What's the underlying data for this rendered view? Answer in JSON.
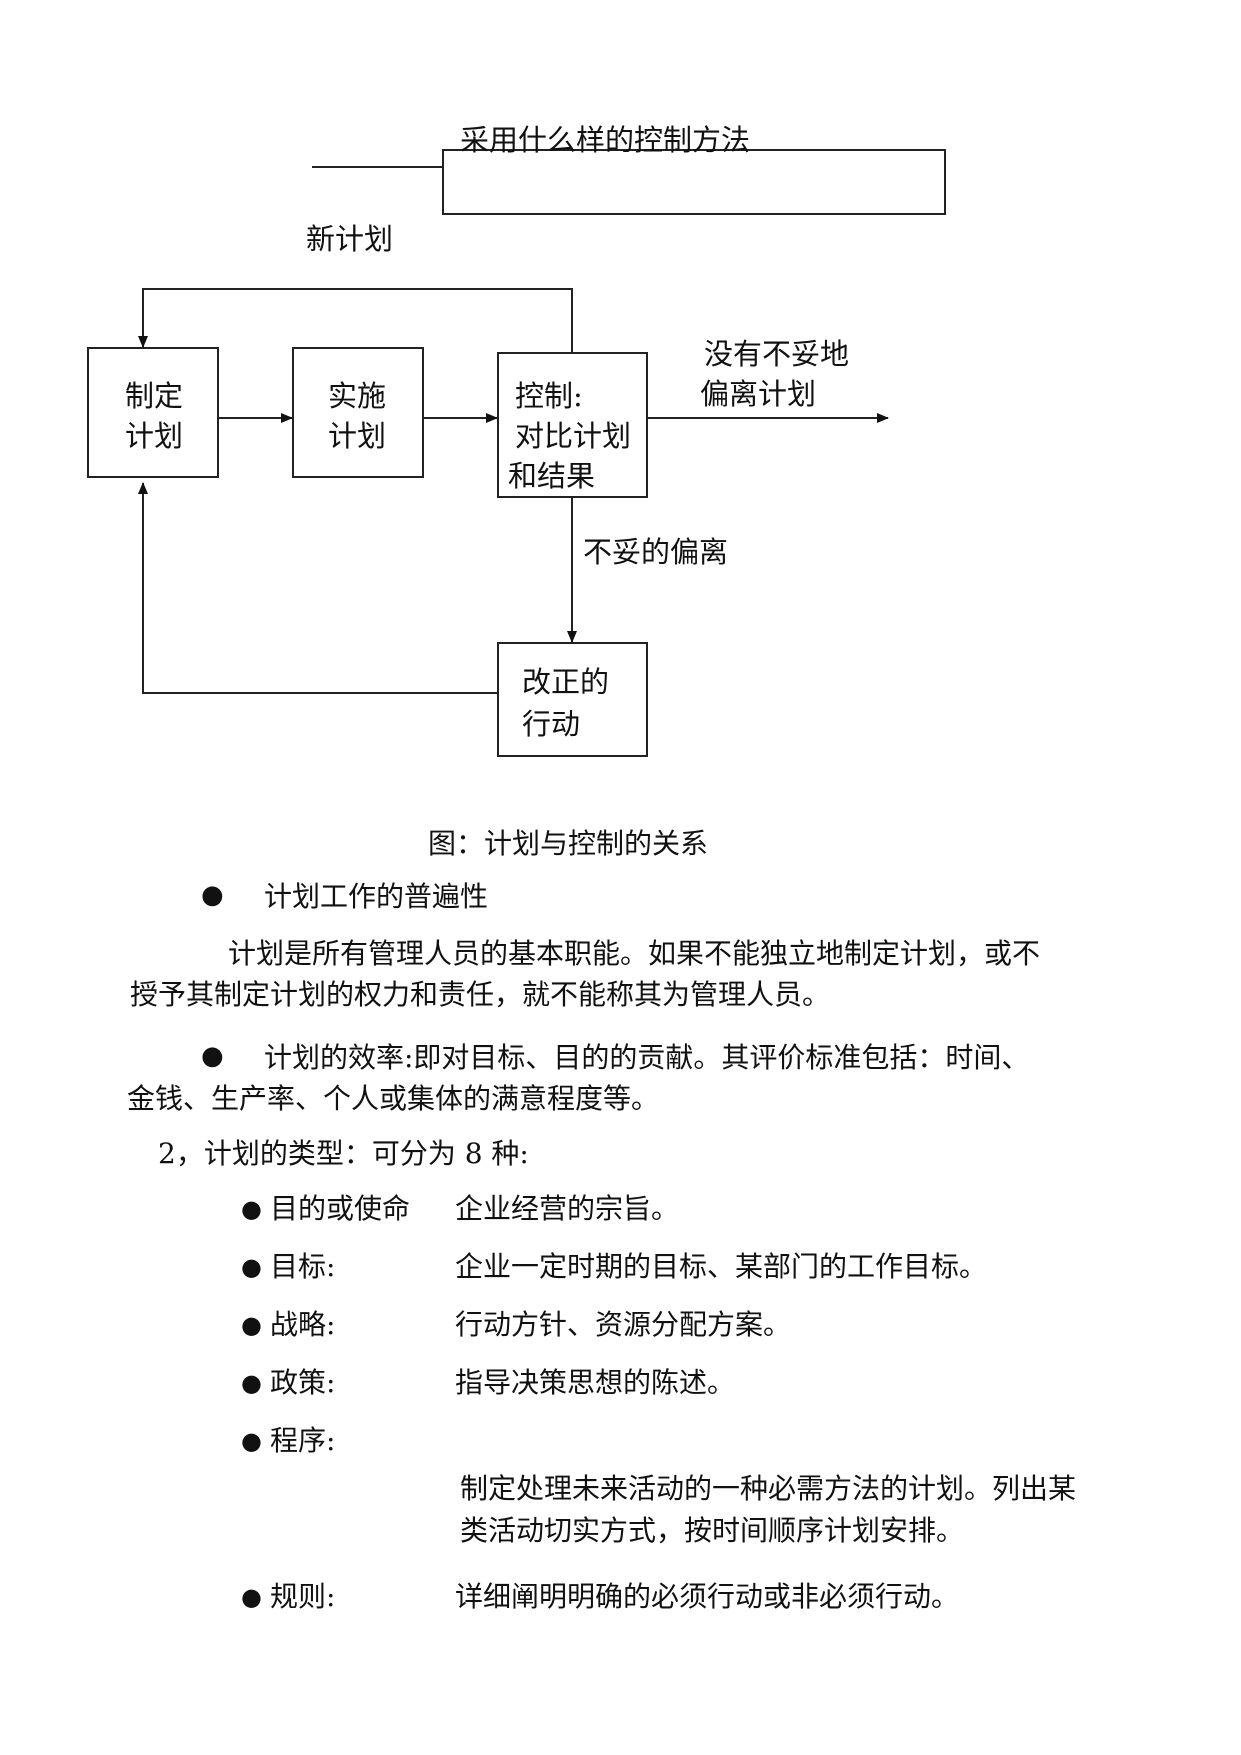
{
  "diagram": {
    "top_box_label": "采用什么样的控制方法",
    "new_plan_label": "新计划",
    "boxes": {
      "make_plan": [
        "制定",
        "计划"
      ],
      "implement_plan": [
        "实施",
        "计划"
      ],
      "control": [
        "控制:",
        "对比计划",
        "和结果"
      ],
      "corrective": [
        "改正的",
        "行动"
      ]
    },
    "no_deviation_label": [
      "没有不妥地",
      "偏离计划"
    ],
    "deviation_label": "不妥的偏离",
    "caption": "图：计划与控制的关系"
  },
  "section1": {
    "bullet": "●",
    "heading": "计划工作的普遍性",
    "paragraph_line1": "计划是所有管理人员的基本职能。如果不能独立地制定计划，或不",
    "paragraph_line2": "授予其制定计划的权力和责任，就不能称其为管理人员。"
  },
  "section2": {
    "bullet": "●",
    "line1": "计划的效率:即对目标、目的的贡献。其评价标准包括：时间、",
    "line2": "金钱、生产率、个人或集体的满意程度等。"
  },
  "types": {
    "heading": "2，计划的类型：可分为 8 种:",
    "bullet": "●",
    "items": [
      {
        "label": "目的或使命",
        "desc": "企业经营的宗旨。"
      },
      {
        "label": "目标:",
        "desc": "企业一定时期的目标、某部门的工作目标。"
      },
      {
        "label": "战略:",
        "desc": "行动方针、资源分配方案。"
      },
      {
        "label": "政策:",
        "desc": "指导决策思想的陈述。"
      },
      {
        "label": "程序:",
        "desc_line1": "制定处理未来活动的一种必需方法的计划。列出某",
        "desc_line2": "类活动切实方式，按时间顺序计划安排。"
      },
      {
        "label": "规则:",
        "desc": "详细阐明明确的必须行动或非必须行动。"
      }
    ]
  }
}
